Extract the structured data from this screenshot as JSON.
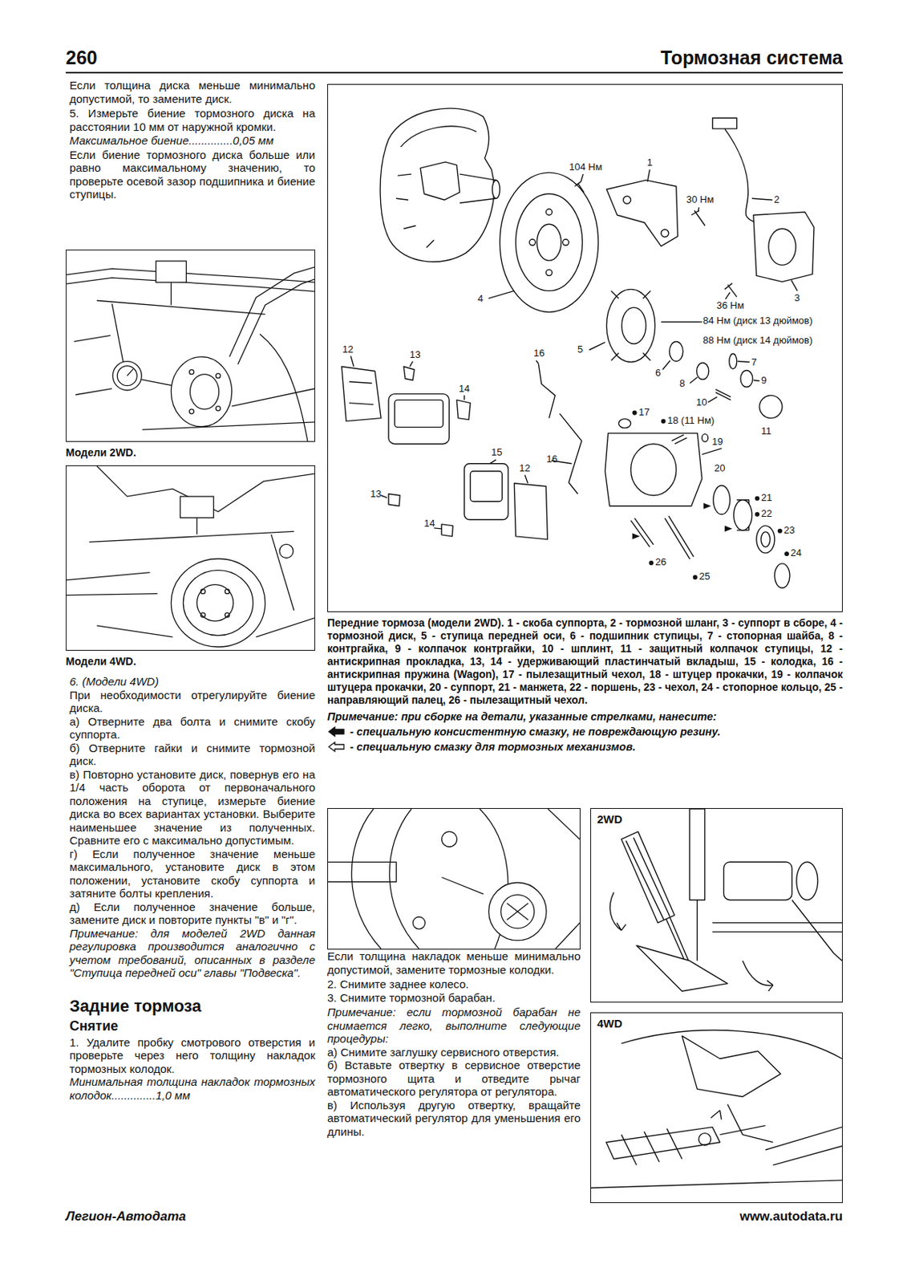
{
  "diagram": {
    "title": "Тормозная система",
    "nodes": [
      {
        "text": [
          "Модели 2WD."
        ]
      },
      {
        "text": [
          "Модели 4WD."
        ]
      },
      {
        "text": [
          "Передние тормоза (модели 2WD). 1 - скоба суппорта, 2 - тормозной шланг, 3 - суппорт в сборе, 4 - тормозной диск, 5 - ступица передней оси, 6 - подшипник ступицы, 7 - стопорная шайба, 8 - контргайка, 9 - колпачок контргайки, 10 - шплинт, 11 - защитный колпачок ступицы, 12 - антискрипная прокладка, 13, 14 - удерживающий пластинчатый вкладыш, 15 - колодка, 16 - антискрипная пружина (Wagon), 17 - пылезащитный чехол, 18 - штуцер прокачки, 19 - колпачок штуцера прокачки, 20 - суппорт, 21 - манжета, 22 - поршень, 23 - чехол, 24 - стопорное кольцо, 25 - направляющий палец, 26 - пылезащитный чехол."
        ]
      },
      {
        "text": [
          "2WD"
        ]
      },
      {
        "text": [
          "4WD"
        ]
      }
    ],
    "labels": [
      "260",
      "Если толщина диска меньше минимально допустимой, то замените диск.",
      "5. Измерьте биение тормозного диска на расстоянии 10 мм от наружной кромки.",
      "Максимальное биение..............0,05 мм",
      "Если биение тормозного диска больше или равно максимальному значению, то проверьте осевой зазор подшипника и биение ступицы.",
      "6. (Модели 4WD)",
      "При необходимости отрегулируйте биение диска.",
      "а) Отверните два болта и снимите скобу суппорта.",
      "б) Отверните гайки и снимите тормозной диск.",
      "в) Повторно установите диск, повернув его на 1/4 часть оборота от первоначального положения на ступице, измерьте биение диска во всех вариантах установки. Выберите наименьшее значение из полученных. Сравните его с максимально допустимым.",
      "г) Если полученное значение меньше максимального, установите диск в этом положении, установите скобу суппорта и затяните болты крепления.",
      "д) Если полученное значение больше, замените диск и повторите пункты \"в\" и \"г\".",
      "Примечание: для моделей 2WD данная регулировка производится аналогично с учетом требований, описанных в разделе \"Ступица передней оси\" главы \"Подвеска\".",
      "Задние тормоза",
      "Снятие",
      "1. Удалите пробку смотрового отверстия и проверьте через него толщину накладок тормозных колодок.",
      "Минимальная толщина накладок тормозных колодок..............1,0 мм",
      "104 Нм",
      "1",
      "30 Нм",
      "2",
      "3",
      "36 Нм",
      "4",
      "84 Нм (диск 13 дюймов)",
      "88 Нм (диск 14 дюймов)",
      "5",
      "6",
      "7",
      "8",
      "9",
      "10",
      "11",
      "12",
      "13",
      "16",
      "14",
      "15",
      "16",
      "12",
      "17",
      "18 (11 Нм)",
      "19",
      "20",
      "21",
      "22",
      "23",
      "24",
      "13",
      "14",
      "26",
      "25",
      "Примечание: при сборке на детали, указанные стрелками, нанесите:",
      "Если толщина накладок меньше минимально допустимой, замените тормозные колодки.",
      "2. Снимите заднее колесо.",
      "3. Снимите тормозной барабан.",
      "Примечание: если тормозной барабан не снимается легко, выполните следующие процедуры:",
      "а) Снимите заглушку сервисного отверстия.",
      "б) Вставьте отвертку в сервисное отверстие тормозного щита и отведите рычаг автоматического регулятора от регулятора.",
      "в) Используя другую отвертку, вращайте автоматический регулятор для уменьшения его длины.",
      "Легион-Автодата",
      "www.autodata.ru"
    ],
    "legend": [
      {
        "text": "- специальную консистентную смазку, не повреждающую резину."
      },
      {
        "text": "- специальную смазку для тормозных механизмов."
      }
    ]
  }
}
